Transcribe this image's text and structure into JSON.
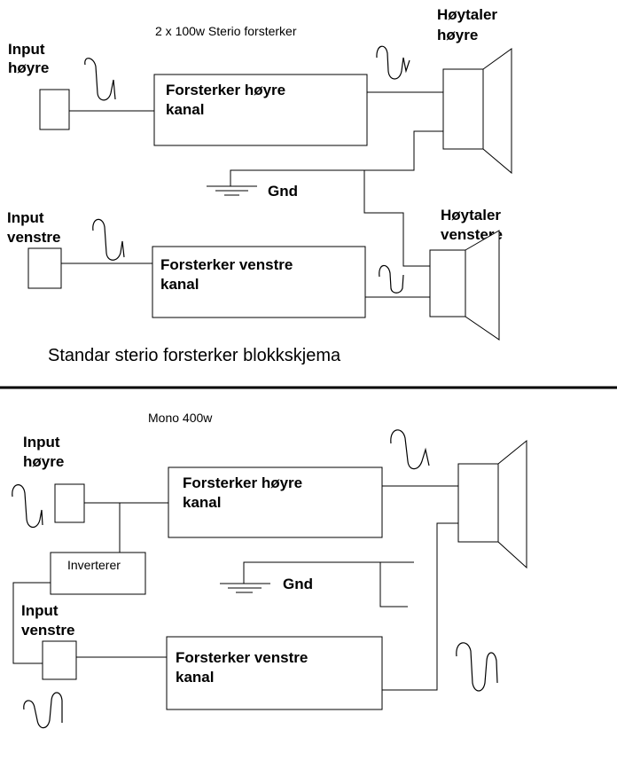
{
  "top": {
    "title": "2 x 100w Sterio forsterker",
    "input_right": [
      "Input",
      "høyre"
    ],
    "input_left": [
      "Input",
      "venstre"
    ],
    "amp_right": [
      "Forsterker høyre",
      "kanal"
    ],
    "amp_left": [
      "Forsterker venstre",
      "kanal"
    ],
    "speaker_right": [
      "Høytaler",
      "høyre"
    ],
    "speaker_left": [
      "Høytaler",
      "venstere"
    ],
    "gnd": "Gnd",
    "caption": "Standar sterio forsterker blokkskjema"
  },
  "bottom": {
    "title": "Mono 400w",
    "input_right": [
      "Input",
      "høyre"
    ],
    "input_left": [
      "Input",
      "venstre"
    ],
    "inverter": "Inverterer",
    "amp_right": [
      "Forsterker høyre",
      "kanal"
    ],
    "amp_left": [
      "Forsterker venstre",
      "kanal"
    ],
    "gnd": "Gnd"
  }
}
